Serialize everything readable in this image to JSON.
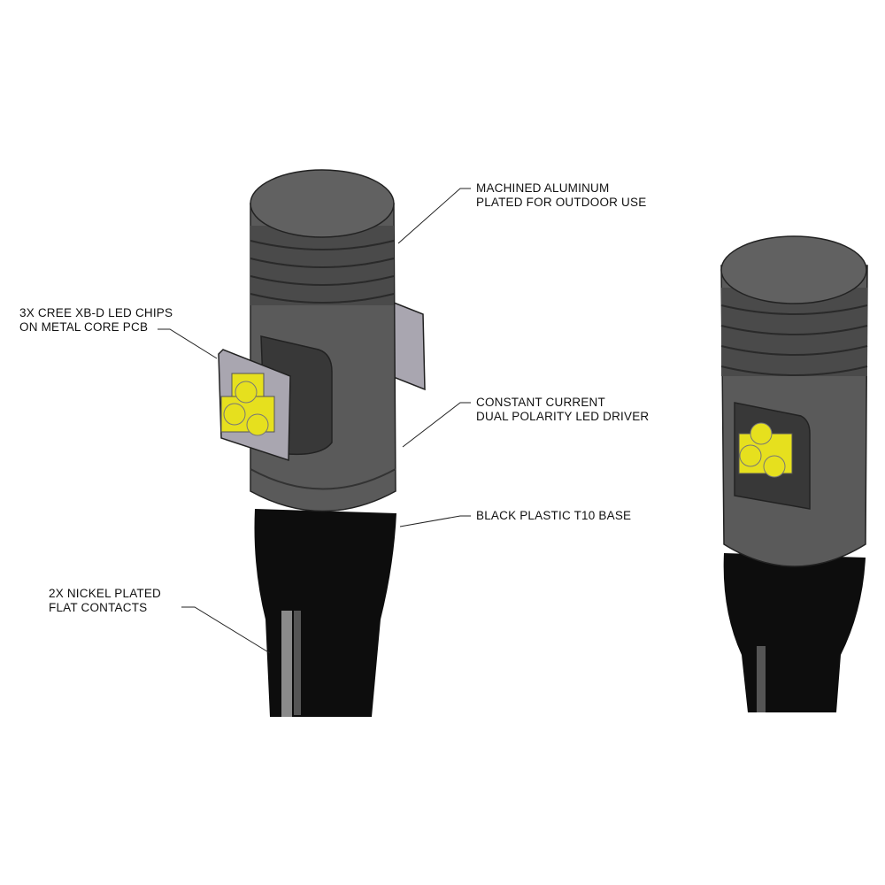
{
  "labels": {
    "housing": [
      "MACHINED ALUMINUM",
      "PLATED FOR OUTDOOR USE"
    ],
    "chips": [
      "3X CREE XB-D LED CHIPS",
      "ON METAL CORE PCB"
    ],
    "driver": [
      "CONSTANT CURRENT",
      "DUAL POLARITY LED DRIVER"
    ],
    "base": [
      "BLACK PLASTIC T10 BASE"
    ],
    "contacts": [
      "2X NICKEL PLATED",
      "FLAT CONTACTS"
    ]
  },
  "colors": {
    "body": "#5a5a5a",
    "body_dark": "#3e3e3e",
    "base": "#0d0d0d",
    "led": "#e6e01e",
    "pcb": "#a9a6b0"
  }
}
